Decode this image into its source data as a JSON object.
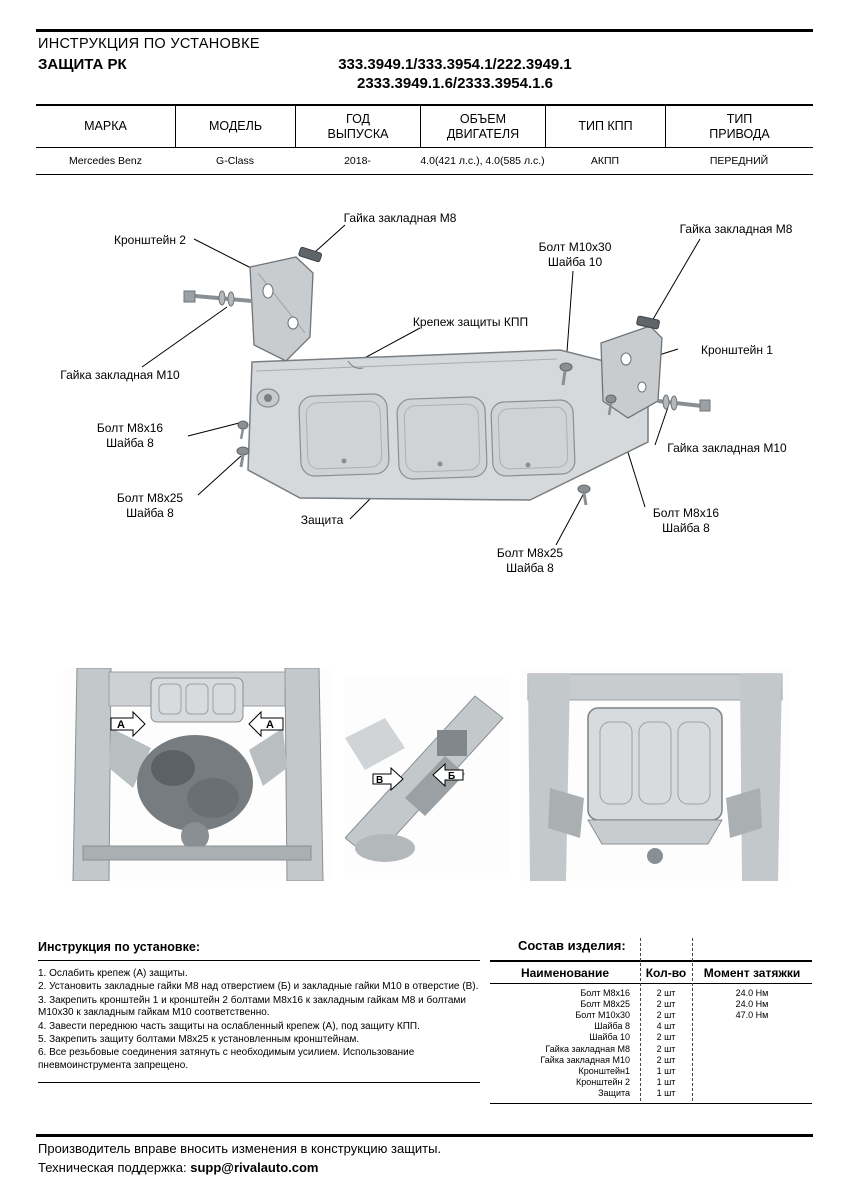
{
  "page": {
    "header_title": "ИНСТРУКЦИЯ ПО УСТАНОВКЕ",
    "product_name": "ЗАЩИТА РК",
    "part_numbers_line1": "333.3949.1/333.3954.1/222.3949.1",
    "part_numbers_line2": "2333.3949.1.6/2333.3954.1.6"
  },
  "spec_table": {
    "headers": [
      "МАРКА",
      "МОДЕЛЬ",
      "ГОД\nВЫПУСКА",
      "ОБЪЕМ\nДВИГАТЕЛЯ",
      "ТИП КПП",
      "ТИП\nПРИВОДА"
    ],
    "row": [
      "Mercedes Benz",
      "G-Class",
      "2018-",
      "4.0(421 л.с.), 4.0(585 л.с.)",
      "АКПП",
      "ПЕРЕДНИЙ"
    ]
  },
  "diagram": {
    "labels": {
      "nut_m8_top": "Гайка закладная М8",
      "bracket2": "Кронштейн 2",
      "bolt_m10x30": "Болт М10х30\nШайба 10",
      "nut_m8_right": "Гайка закладная М8",
      "kpp_mount": "Крепеж защиты КПП",
      "bracket1": "Кронштейн 1",
      "nut_m10_left": "Гайка закладная М10",
      "bolt_m8x16_left": "Болт М8х16\nШайба 8",
      "nut_m10_right": "Гайка закладная М10",
      "bolt_m8x25_left": "Болт М8х25\nШайба 8",
      "shield": "Защита",
      "bolt_m8x16_right": "Болт М8х16\nШайба 8",
      "bolt_m8x25_bottom": "Болт М8х25\nШайба 8"
    }
  },
  "photos": {
    "labels": {
      "a_left": "А",
      "a_right": "А",
      "b": "Б",
      "v": "В"
    }
  },
  "instructions": {
    "title": "Инструкция по установке:",
    "steps": [
      "1. Ослабить крепеж (А) защиты.",
      "2. Установить закладные гайки М8 над отверстием (Б) и закладные гайки М10 в отверстие (В).",
      "3. Закрепить кронштейн 1 и кронштейн 2 болтами М8х16 к закладным гайкам М8 и болтами М10х30 к закладным гайкам М10 соответственно.",
      "4. Завести переднюю часть защиты на ослабленный крепеж (А), под защиту КПП.",
      "5. Закрепить защиту болтами М8х25 к установленным кронштейнам.",
      "6. Все резьбовые соединения затянуть с необходимым усилием. Использование пневмоинструмента запрещено."
    ]
  },
  "parts": {
    "title": "Состав изделия:",
    "columns": [
      "Наименование",
      "Кол-во",
      "Момент затяжки"
    ],
    "rows": [
      {
        "name": "Болт М8х16",
        "qty": "2 шт",
        "torque": "24.0 Нм"
      },
      {
        "name": "Болт М8х25",
        "qty": "2 шт",
        "torque": "24.0 Нм"
      },
      {
        "name": "Болт М10х30",
        "qty": "2 шт",
        "torque": "47.0 Нм"
      },
      {
        "name": "Шайба 8",
        "qty": "4 шт",
        "torque": ""
      },
      {
        "name": "Шайба 10",
        "qty": "2 шт",
        "torque": ""
      },
      {
        "name": "Гайка закладная М8",
        "qty": "2 шт",
        "torque": ""
      },
      {
        "name": "Гайка закладная М10",
        "qty": "2 шт",
        "torque": ""
      },
      {
        "name": "Кронштейн1",
        "qty": "1 шт",
        "torque": ""
      },
      {
        "name": "Кронштейн 2",
        "qty": "1 шт",
        "torque": ""
      },
      {
        "name": "Защита",
        "qty": "1 шт",
        "torque": ""
      }
    ]
  },
  "footer": {
    "line1": "Производитель вправе вносить изменения в конструкцию защиты.",
    "line2_label": "Техническая поддержка:",
    "line2_email": "supp@rivalauto.com"
  }
}
